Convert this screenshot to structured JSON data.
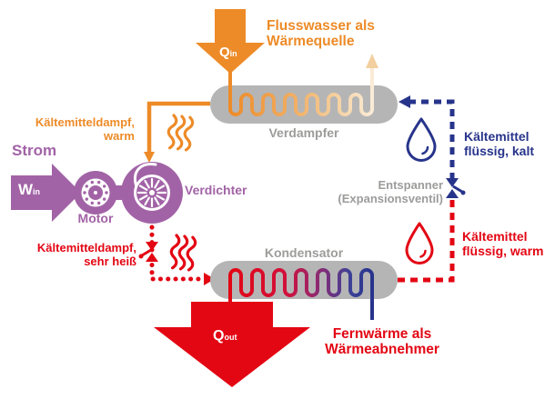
{
  "source": {
    "line1": "Flusswasser als",
    "line2": "Wärmequelle",
    "q_in_main": "Q",
    "q_in_sub": "in"
  },
  "sink": {
    "line1": "Fernwärme als",
    "line2": "Wärmeabnehmer",
    "q_out_main": "Q",
    "q_out_sub": "out"
  },
  "input": {
    "strom": "Strom",
    "w_main": "W",
    "w_sub": "in"
  },
  "components": {
    "evaporator": "Verdampfer",
    "compressor": "Verdichter",
    "motor": "Motor",
    "condenser": "Kondensator",
    "expander_line1": "Entspanner",
    "expander_line2": "(Expansionsventil)"
  },
  "refrigerant_states": {
    "vapor_warm_line1": "Kältemitteldampf,",
    "vapor_warm_line2": "warm",
    "vapor_hot_line1": "Kältemitteldampf,",
    "vapor_hot_line2": "sehr heiß",
    "liquid_cold_line1": "Kältemittel",
    "liquid_cold_line2": "flüssig, kalt",
    "liquid_warm_line1": "Kältemittel",
    "liquid_warm_line2": "flüssig, warm"
  },
  "colors": {
    "orange": "#ED8B28",
    "light_orange": "#F2CF9E",
    "purple": "#A263A6",
    "red": "#E30613",
    "blue": "#27348B",
    "capsule_gray": "#B5B5B6",
    "label_gray": "#9C9C9B"
  },
  "icons": {
    "q_in_arrow": "down-arrow",
    "q_out_arrow": "down-arrow",
    "w_in_arrow": "right-arrow",
    "heat_waves": "triple-wavy-lines",
    "droplet": "droplet-outline",
    "valve": "valve-with-handle",
    "motor": "bearing-wheel",
    "compressor": "centrifugal-fan"
  }
}
